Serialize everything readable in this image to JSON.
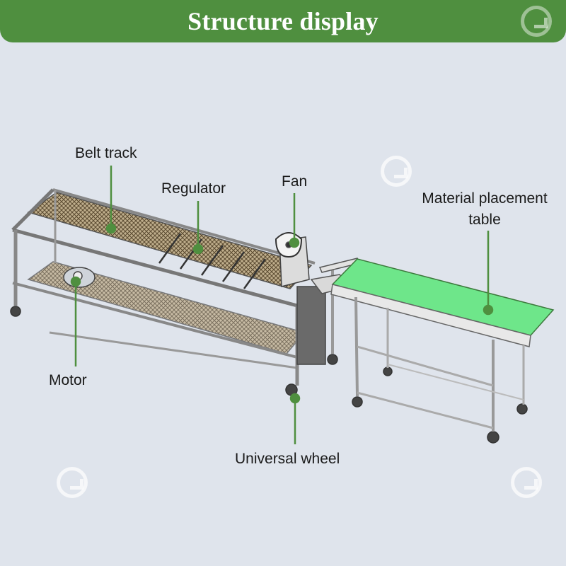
{
  "header": {
    "title": "Structure display"
  },
  "labels": {
    "belt_track": "Belt track",
    "regulator": "Regulator",
    "fan": "Fan",
    "material_table_line1": "Material placement",
    "material_table_line2": "table",
    "motor": "Motor",
    "universal_wheel": "Universal wheel"
  },
  "colors": {
    "header_bg": "#4f8f3f",
    "leader_line": "#4f8f3f",
    "conveyor_belt": "#6ee68a",
    "background": "#dfe4ec"
  },
  "icons": [
    "brand-logo-icon"
  ]
}
